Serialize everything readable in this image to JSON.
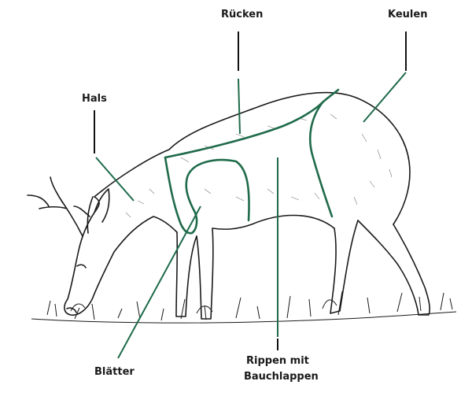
{
  "diagram": {
    "labels": {
      "ruecken": "Rücken",
      "keulen": "Keulen",
      "hals": "Hals",
      "blaetter": "Blätter",
      "rippen_line1": "Rippen mit",
      "rippen_line2": "Bauchlappen"
    },
    "colors": {
      "cut_line": "#1f6b4a",
      "leader_line": "#111111",
      "sketch": "#1a1a1a",
      "label_text": "#1a1a1a"
    }
  }
}
